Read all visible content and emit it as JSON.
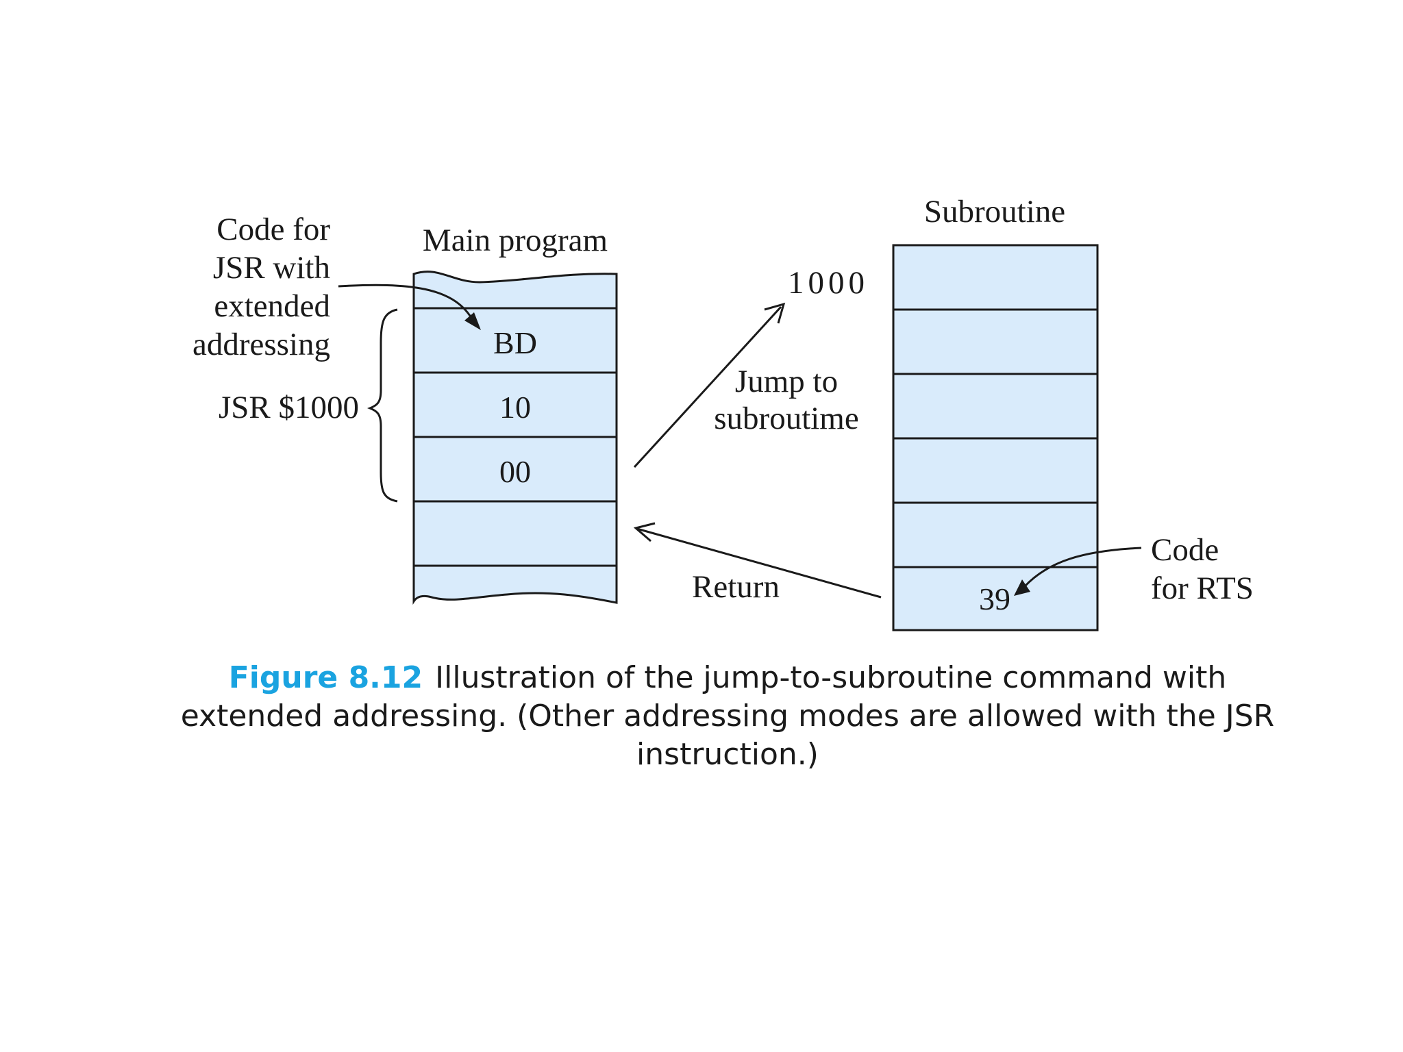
{
  "labels": {
    "main_program": "Main program",
    "subroutine": "Subroutine",
    "jsr_code_line1": "Code for",
    "jsr_code_line2": "JSR with",
    "jsr_code_line3": "extended",
    "jsr_code_line4": "addressing",
    "jsr_instruction": "JSR $1000",
    "subroutine_address": "1000",
    "jump_line1": "Jump to",
    "jump_line2": "subroutime",
    "return": "Return",
    "rts_line1": "Code",
    "rts_line2": "for RTS"
  },
  "main_program_cells": [
    "BD",
    "10",
    "00"
  ],
  "subroutine_last_cell": "39",
  "caption": {
    "label": "Figure 8.12",
    "text": "Illustration of the jump-to-subroutine command with extended addressing. (Other addressing modes are allowed with the JSR instruction.)"
  },
  "colors": {
    "memory_fill": "#d9ebfb",
    "figure_label": "#1aa3e0"
  }
}
